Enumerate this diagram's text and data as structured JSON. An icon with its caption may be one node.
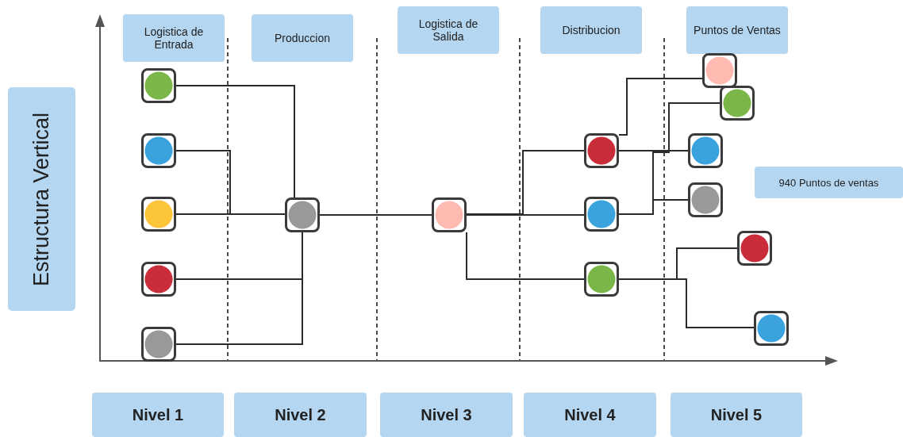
{
  "diagram": {
    "nodes": [
      {
        "text": [
          "Logistica de Entrada"
        ]
      },
      {
        "text": [
          "Produccion"
        ]
      },
      {
        "text": [
          "Logistica de Salida"
        ]
      },
      {
        "text": [
          "Distribucion"
        ]
      },
      {
        "text": [
          "Puntos de Ventas"
        ]
      },
      {
        "text": [
          "Estructura Vertical"
        ]
      },
      {
        "text": [],
        "shape": "circle"
      },
      {
        "text": [],
        "shape": "circle"
      },
      {
        "text": [],
        "shape": "circle"
      },
      {
        "text": [],
        "shape": "circle"
      },
      {
        "text": [],
        "shape": "circle"
      },
      {
        "text": [],
        "shape": "circle"
      },
      {
        "text": [],
        "shape": "circle"
      },
      {
        "text": [],
        "shape": "circle"
      },
      {
        "text": [],
        "shape": "circle"
      },
      {
        "text": [],
        "shape": "circle"
      },
      {
        "text": [],
        "shape": "circle"
      },
      {
        "text": [],
        "shape": "circle"
      },
      {
        "text": [],
        "shape": "circle"
      },
      {
        "text": [],
        "shape": "circle"
      },
      {
        "text": [],
        "shape": "circle"
      },
      {
        "text": [],
        "shape": "circle"
      },
      {
        "text": [
          "940 Puntos de ventas"
        ]
      },
      {
        "text": [
          "Nivel 1"
        ]
      },
      {
        "text": [
          "Nivel 2"
        ]
      },
      {
        "text": [
          "Nivel 3"
        ]
      },
      {
        "text": [
          "Nivel 4"
        ]
      },
      {
        "text": [
          "Nivel 5"
        ]
      }
    ],
    "edges": [
      {
        "from": 6,
        "to": 11,
        "arrow": "none"
      },
      {
        "from": 7,
        "to": 11,
        "arrow": "none"
      },
      {
        "from": 8,
        "to": 11,
        "arrow": "none"
      },
      {
        "from": 9,
        "to": 11,
        "arrow": "none"
      },
      {
        "from": 10,
        "to": 11,
        "arrow": "none"
      },
      {
        "from": 11,
        "to": 12,
        "arrow": "none"
      },
      {
        "from": 12,
        "to": 13,
        "arrow": "none"
      },
      {
        "from": 12,
        "to": 14,
        "arrow": "none"
      },
      {
        "from": 12,
        "to": 15,
        "arrow": "none"
      },
      {
        "from": 13,
        "to": 16,
        "arrow": "none"
      },
      {
        "from": 13,
        "to": 18,
        "arrow": "none"
      },
      {
        "from": 14,
        "to": 17,
        "arrow": "none"
      },
      {
        "from": 14,
        "to": 19,
        "arrow": "none"
      },
      {
        "from": 15,
        "to": 20,
        "arrow": "none"
      },
      {
        "from": 15,
        "to": 21,
        "arrow": "none"
      }
    ]
  }
}
